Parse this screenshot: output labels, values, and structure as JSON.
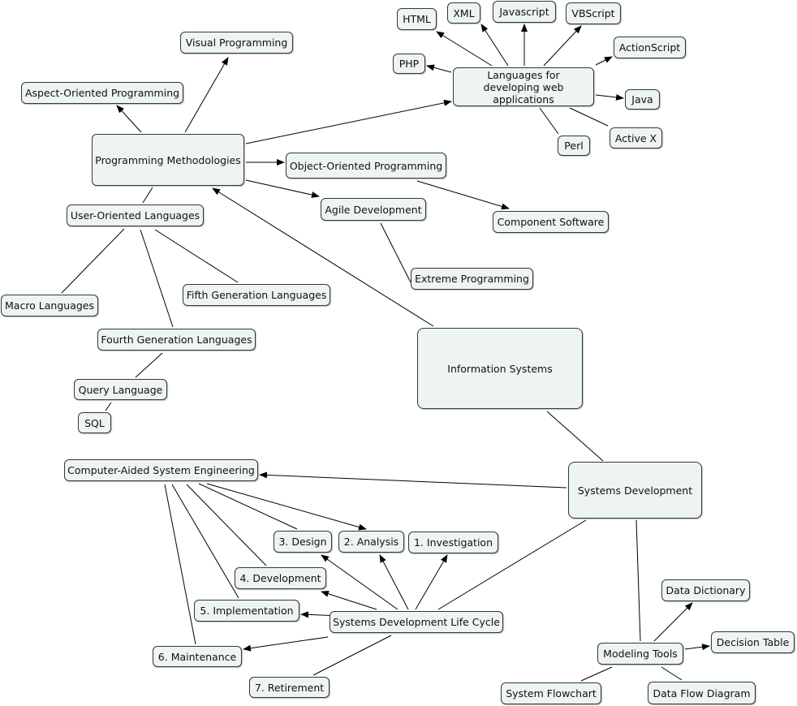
{
  "nodes": [
    {
      "id": "html",
      "label": "HTML"
    },
    {
      "id": "xml",
      "label": "XML"
    },
    {
      "id": "javascript",
      "label": "Javascript"
    },
    {
      "id": "vbscript",
      "label": "VBScript"
    },
    {
      "id": "actionscript",
      "label": "ActionScript"
    },
    {
      "id": "php",
      "label": "PHP"
    },
    {
      "id": "web-languages",
      "label": "Languages for developing web applications"
    },
    {
      "id": "java",
      "label": "Java"
    },
    {
      "id": "perl",
      "label": "Perl"
    },
    {
      "id": "activex",
      "label": "Active X"
    },
    {
      "id": "visual-programming",
      "label": "Visual Programming"
    },
    {
      "id": "aspect-oriented",
      "label": "Aspect-Oriented Programming"
    },
    {
      "id": "programming-methodologies",
      "label": "Programming Methodologies"
    },
    {
      "id": "object-oriented",
      "label": "Object-Oriented Programming"
    },
    {
      "id": "agile",
      "label": "Agile Development"
    },
    {
      "id": "component-software",
      "label": "Component Software"
    },
    {
      "id": "extreme-programming",
      "label": "Extreme Programming"
    },
    {
      "id": "user-oriented",
      "label": "User-Oriented Languages"
    },
    {
      "id": "macro-languages",
      "label": "Macro Languages"
    },
    {
      "id": "fifth-generation",
      "label": "Fifth Generation Languages"
    },
    {
      "id": "fourth-generation",
      "label": "Fourth Generation Languages"
    },
    {
      "id": "query-language",
      "label": "Query Language"
    },
    {
      "id": "sql",
      "label": "SQL"
    },
    {
      "id": "information-systems",
      "label": "Information Systems"
    },
    {
      "id": "case",
      "label": "Computer-Aided System Engineering"
    },
    {
      "id": "systems-development",
      "label": "Systems Development"
    },
    {
      "id": "design",
      "label": "3. Design"
    },
    {
      "id": "analysis",
      "label": "2. Analysis"
    },
    {
      "id": "investigation",
      "label": "1. Investigation"
    },
    {
      "id": "development",
      "label": "4. Development"
    },
    {
      "id": "implementation",
      "label": "5. Implementation"
    },
    {
      "id": "sdlc",
      "label": "Systems Development Life Cycle"
    },
    {
      "id": "maintenance",
      "label": "6. Maintenance"
    },
    {
      "id": "retirement",
      "label": "7. Retirement"
    },
    {
      "id": "data-dictionary",
      "label": "Data Dictionary"
    },
    {
      "id": "decision-table",
      "label": "Decision Table"
    },
    {
      "id": "modeling-tools",
      "label": "Modeling Tools"
    },
    {
      "id": "system-flowchart",
      "label": "System Flowchart"
    },
    {
      "id": "data-flow-diagram",
      "label": "Data Flow Diagram"
    }
  ],
  "links": [
    {
      "from": "information-systems",
      "to": "programming-methodologies",
      "arrow": true
    },
    {
      "from": "information-systems",
      "to": "systems-development",
      "arrow": false
    },
    {
      "from": "programming-methodologies",
      "to": "visual-programming",
      "arrow": true
    },
    {
      "from": "programming-methodologies",
      "to": "aspect-oriented",
      "arrow": true
    },
    {
      "from": "programming-methodologies",
      "to": "web-languages",
      "arrow": true
    },
    {
      "from": "programming-methodologies",
      "to": "object-oriented",
      "arrow": true
    },
    {
      "from": "programming-methodologies",
      "to": "agile",
      "arrow": true
    },
    {
      "from": "programming-methodologies",
      "to": "user-oriented",
      "arrow": false
    },
    {
      "from": "web-languages",
      "to": "html",
      "arrow": true
    },
    {
      "from": "web-languages",
      "to": "xml",
      "arrow": true
    },
    {
      "from": "web-languages",
      "to": "javascript",
      "arrow": true
    },
    {
      "from": "web-languages",
      "to": "vbscript",
      "arrow": true
    },
    {
      "from": "web-languages",
      "to": "actionscript",
      "arrow": true
    },
    {
      "from": "web-languages",
      "to": "php",
      "arrow": true
    },
    {
      "from": "web-languages",
      "to": "java",
      "arrow": true
    },
    {
      "from": "web-languages",
      "to": "perl",
      "arrow": false
    },
    {
      "from": "web-languages",
      "to": "activex",
      "arrow": false
    },
    {
      "from": "object-oriented",
      "to": "component-software",
      "arrow": true
    },
    {
      "from": "agile",
      "to": "extreme-programming",
      "arrow": false
    },
    {
      "from": "user-oriented",
      "to": "macro-languages",
      "arrow": false
    },
    {
      "from": "user-oriented",
      "to": "fifth-generation",
      "arrow": false
    },
    {
      "from": "user-oriented",
      "to": "fourth-generation",
      "arrow": false
    },
    {
      "from": "fourth-generation",
      "to": "query-language",
      "arrow": false
    },
    {
      "from": "query-language",
      "to": "sql",
      "arrow": false
    },
    {
      "from": "systems-development",
      "to": "case",
      "arrow": true
    },
    {
      "from": "systems-development",
      "to": "sdlc",
      "arrow": false
    },
    {
      "from": "systems-development",
      "to": "modeling-tools",
      "arrow": false
    },
    {
      "from": "case",
      "to": "analysis",
      "arrow": true
    },
    {
      "from": "case",
      "to": "design",
      "arrow": false
    },
    {
      "from": "case",
      "to": "development",
      "arrow": false
    },
    {
      "from": "case",
      "to": "implementation",
      "arrow": false
    },
    {
      "from": "case",
      "to": "maintenance",
      "arrow": false
    },
    {
      "from": "sdlc",
      "to": "investigation",
      "arrow": true
    },
    {
      "from": "sdlc",
      "to": "analysis",
      "arrow": true
    },
    {
      "from": "sdlc",
      "to": "design",
      "arrow": true
    },
    {
      "from": "sdlc",
      "to": "development",
      "arrow": true
    },
    {
      "from": "sdlc",
      "to": "implementation",
      "arrow": true
    },
    {
      "from": "sdlc",
      "to": "maintenance",
      "arrow": true
    },
    {
      "from": "sdlc",
      "to": "retirement",
      "arrow": false
    },
    {
      "from": "modeling-tools",
      "to": "data-dictionary",
      "arrow": true
    },
    {
      "from": "modeling-tools",
      "to": "decision-table",
      "arrow": true
    },
    {
      "from": "modeling-tools",
      "to": "system-flowchart",
      "arrow": false
    },
    {
      "from": "modeling-tools",
      "to": "data-flow-diagram",
      "arrow": false
    }
  ]
}
